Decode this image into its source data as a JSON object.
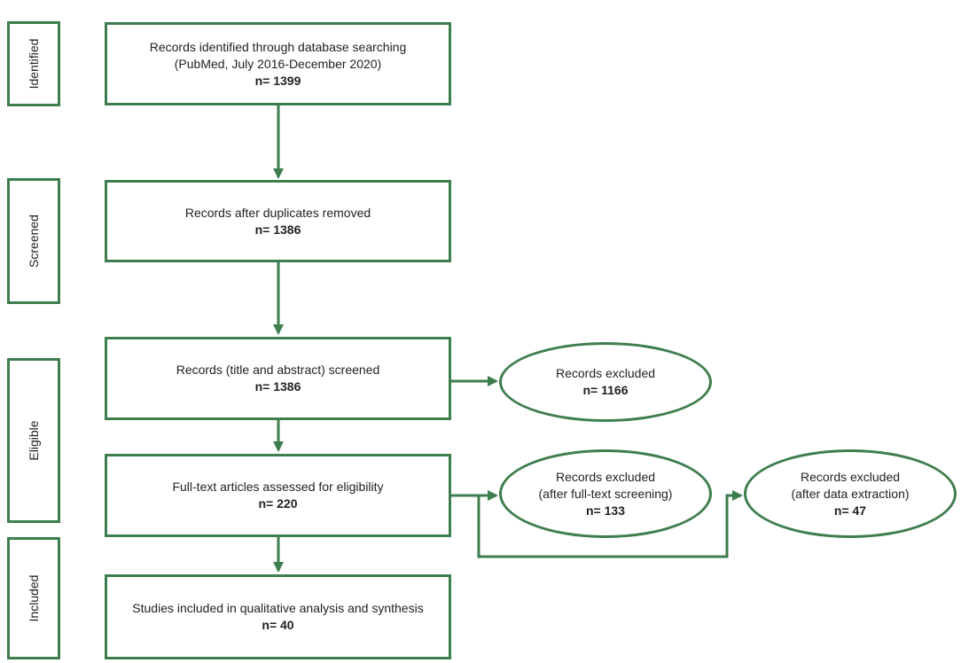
{
  "stages": [
    {
      "id": "identified",
      "label": "Identified"
    },
    {
      "id": "screened",
      "label": "Screened"
    },
    {
      "id": "eligible",
      "label": "Eligible"
    },
    {
      "id": "included",
      "label": "Included"
    }
  ],
  "boxes": {
    "identified": {
      "line1": "Records identified through database searching",
      "line2": "(PubMed, July 2016-December 2020)",
      "count": "n= 1399"
    },
    "duplicates_removed": {
      "line1": "Records after duplicates removed",
      "count": "n= 1386"
    },
    "screened": {
      "line1": "Records (title and abstract) screened",
      "count": "n= 1386"
    },
    "full_text": {
      "line1": "Full-text articles assessed for eligibility",
      "count": "n= 220"
    },
    "included": {
      "line1": "Studies included in qualitative analysis and synthesis",
      "count": "n= 40"
    }
  },
  "exclusions": {
    "title_abstract": {
      "line1": "Records excluded",
      "count": "n= 1166"
    },
    "full_text": {
      "line1": "Records excluded",
      "line2": "(after full-text screening)",
      "count": "n= 133"
    },
    "data_extraction": {
      "line1": "Records excluded",
      "line2": "(after data extraction)",
      "count": "n= 47"
    }
  },
  "colors": {
    "border": "#3e7d4e",
    "arrow": "#3e7d4e",
    "text": "#222222"
  }
}
